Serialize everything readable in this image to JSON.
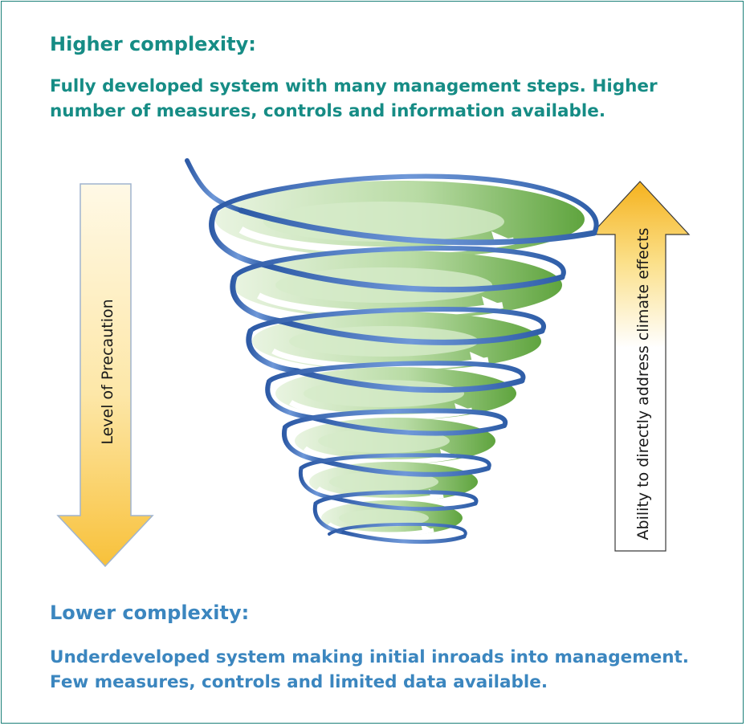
{
  "top": {
    "heading": "Higher complexity:",
    "description": "Fully developed system with many management steps. Higher number of measures, controls and information available."
  },
  "bottom": {
    "heading": "Lower complexity:",
    "description": "Underdeveloped system making initial inroads into management. Few measures, controls and limited data available."
  },
  "left_arrow": {
    "label": "Level of Precaution",
    "direction": "down"
  },
  "right_arrow": {
    "label": "Ability to directly address climate effects",
    "direction": "up"
  },
  "colors": {
    "frame": "#1b7f78",
    "top_text": "#168c85",
    "bottom_text": "#3b86bf",
    "arrow_yellow": "#f9c23c",
    "spiral_green": "#6aab4a",
    "spiral_blue": "#4a78c0"
  }
}
